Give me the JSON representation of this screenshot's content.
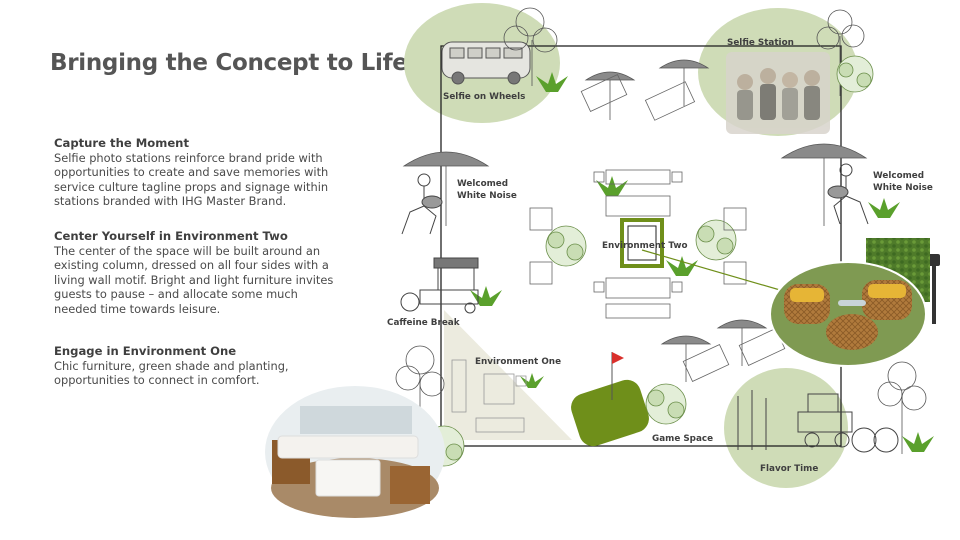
{
  "title": "Bringing the Concept to Life",
  "sections": [
    {
      "heading": "Capture the Moment",
      "body": "Selfie photo stations reinforce brand pride with opportunities to create and save memories with service culture tagline props and signage within stations branded with IHG Master Brand."
    },
    {
      "heading": "Center Yourself in Environment Two",
      "body": "The center of the space will be built around an existing column, dressed on all four sides with a living wall motif. Bright and light furniture invites guests to pause – and allocate some much needed time towards leisure."
    },
    {
      "heading": "Engage in Environment One",
      "body": "Chic furniture, green shade and planting, opportunities to connect in comfort."
    }
  ],
  "plan_labels": {
    "selfie_on_wheels": "Selfie on Wheels",
    "selfie_station": "Selfie Station",
    "welcomed_left_1": "Welcomed",
    "welcomed_left_2": "White Noise",
    "welcomed_right_1": "Welcomed",
    "welcomed_right_2": "White Noise",
    "environment_two": "Environment Two",
    "caffeine_break": "Caffeine Break",
    "environment_one": "Environment One",
    "game_space": "Game Space",
    "flavor_time": "Flavor Time"
  },
  "colors": {
    "sage": "#cfdcb7",
    "olive": "#6f8f1a",
    "plant": "#5aa02c",
    "beige": "#ecebdf"
  }
}
